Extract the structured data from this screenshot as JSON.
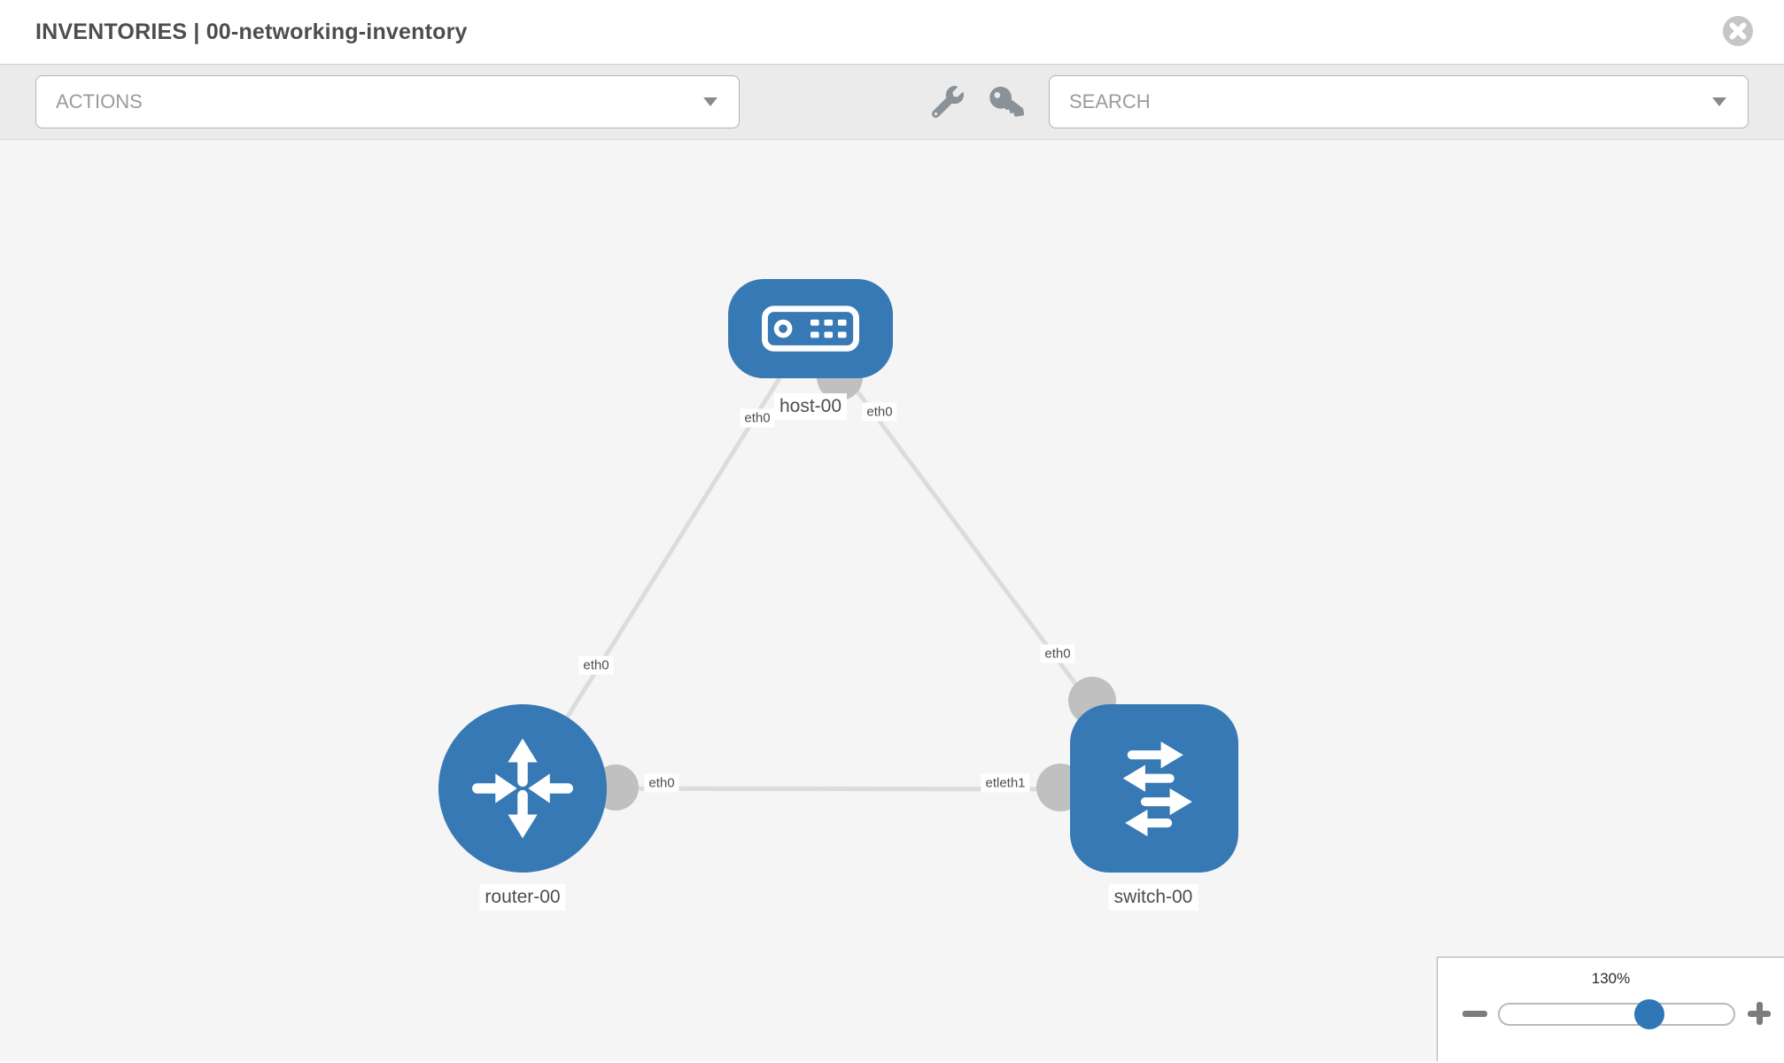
{
  "header": {
    "title": "INVENTORIES | 00-networking-inventory"
  },
  "toolbar": {
    "actions_label": "ACTIONS",
    "search_label": "SEARCH",
    "icons": [
      "wrench-icon",
      "key-icon"
    ]
  },
  "diagram": {
    "nodes": [
      {
        "id": "host-00",
        "type": "host",
        "label": "host-00"
      },
      {
        "id": "router-00",
        "type": "router",
        "label": "router-00"
      },
      {
        "id": "switch-00",
        "type": "switch",
        "label": "switch-00"
      }
    ],
    "labels": {
      "host": "host-00",
      "router": "router-00",
      "switch": "switch-00",
      "host_if_left": "eth0",
      "host_if_right": "eth0",
      "router_if_host_edge": "eth0",
      "router_if_switch_edge": "eth0",
      "switch_if_host_edge": "eth0",
      "switch_if_router_edge": "etleth1"
    },
    "edges": [
      {
        "from": "host-00",
        "to": "router-00",
        "from_if": "eth0",
        "to_if": "eth0"
      },
      {
        "from": "host-00",
        "to": "switch-00",
        "from_if": "eth0",
        "to_if": "eth0"
      },
      {
        "from": "router-00",
        "to": "switch-00",
        "from_if": "eth0",
        "to_if": "etleth1"
      }
    ]
  },
  "zoom_control": {
    "value": "130%",
    "position_percent": 64
  },
  "colors": {
    "node_blue": "#3779b5",
    "edge_gray": "#dcdcdc",
    "connector_gray": "#c0c0c0",
    "canvas_bg": "#f5f5f5",
    "toolbar_bg": "#ebebeb",
    "slider_handle_blue": "#2f77b7"
  }
}
